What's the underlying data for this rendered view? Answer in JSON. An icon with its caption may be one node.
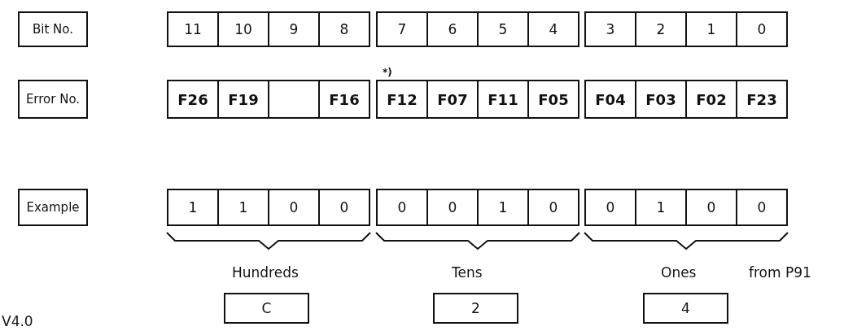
{
  "diagram": {
    "nodes": [
      {
        "text": [
          "Bit No."
        ]
      },
      {
        "text": [
          "11"
        ]
      },
      {
        "text": [
          "10"
        ]
      },
      {
        "text": [
          "9"
        ]
      },
      {
        "text": [
          "8"
        ]
      },
      {
        "text": [
          "7"
        ]
      },
      {
        "text": [
          "6"
        ]
      },
      {
        "text": [
          "5"
        ]
      },
      {
        "text": [
          "4"
        ]
      },
      {
        "text": [
          "3"
        ]
      },
      {
        "text": [
          "2"
        ]
      },
      {
        "text": [
          "1"
        ]
      },
      {
        "text": [
          "0"
        ]
      },
      {
        "text": [
          "Error No."
        ]
      },
      {
        "text": [
          "F26"
        ]
      },
      {
        "text": [
          "F19"
        ]
      },
      {
        "text": [],
        "shape": "box"
      },
      {
        "text": [
          "F16"
        ]
      },
      {
        "text": [
          "F12"
        ],
        "beside": [
          "*)"
        ]
      },
      {
        "text": [
          "F07"
        ]
      },
      {
        "text": [
          "F11"
        ]
      },
      {
        "text": [
          "F05"
        ]
      },
      {
        "text": [
          "F04"
        ]
      },
      {
        "text": [
          "F03"
        ]
      },
      {
        "text": [
          "F02"
        ]
      },
      {
        "text": [
          "F23"
        ]
      },
      {
        "text": [
          "Example"
        ]
      },
      {
        "text": [
          "1"
        ]
      },
      {
        "text": [
          "1"
        ]
      },
      {
        "text": [
          "0"
        ]
      },
      {
        "text": [
          "0"
        ]
      },
      {
        "text": [
          "0"
        ]
      },
      {
        "text": [
          "0"
        ]
      },
      {
        "text": [
          "1"
        ]
      },
      {
        "text": [
          "0"
        ]
      },
      {
        "text": [
          "0"
        ]
      },
      {
        "text": [
          "1"
        ]
      },
      {
        "text": [
          "0"
        ]
      },
      {
        "text": [
          "0"
        ]
      },
      {
        "text": [
          "C"
        ]
      },
      {
        "text": [
          "2"
        ]
      },
      {
        "text": [
          "4"
        ]
      }
    ],
    "edges": [],
    "labels": [
      "Hundreds",
      "Tens",
      "Ones",
      "from P91",
      "V4.0"
    ]
  }
}
